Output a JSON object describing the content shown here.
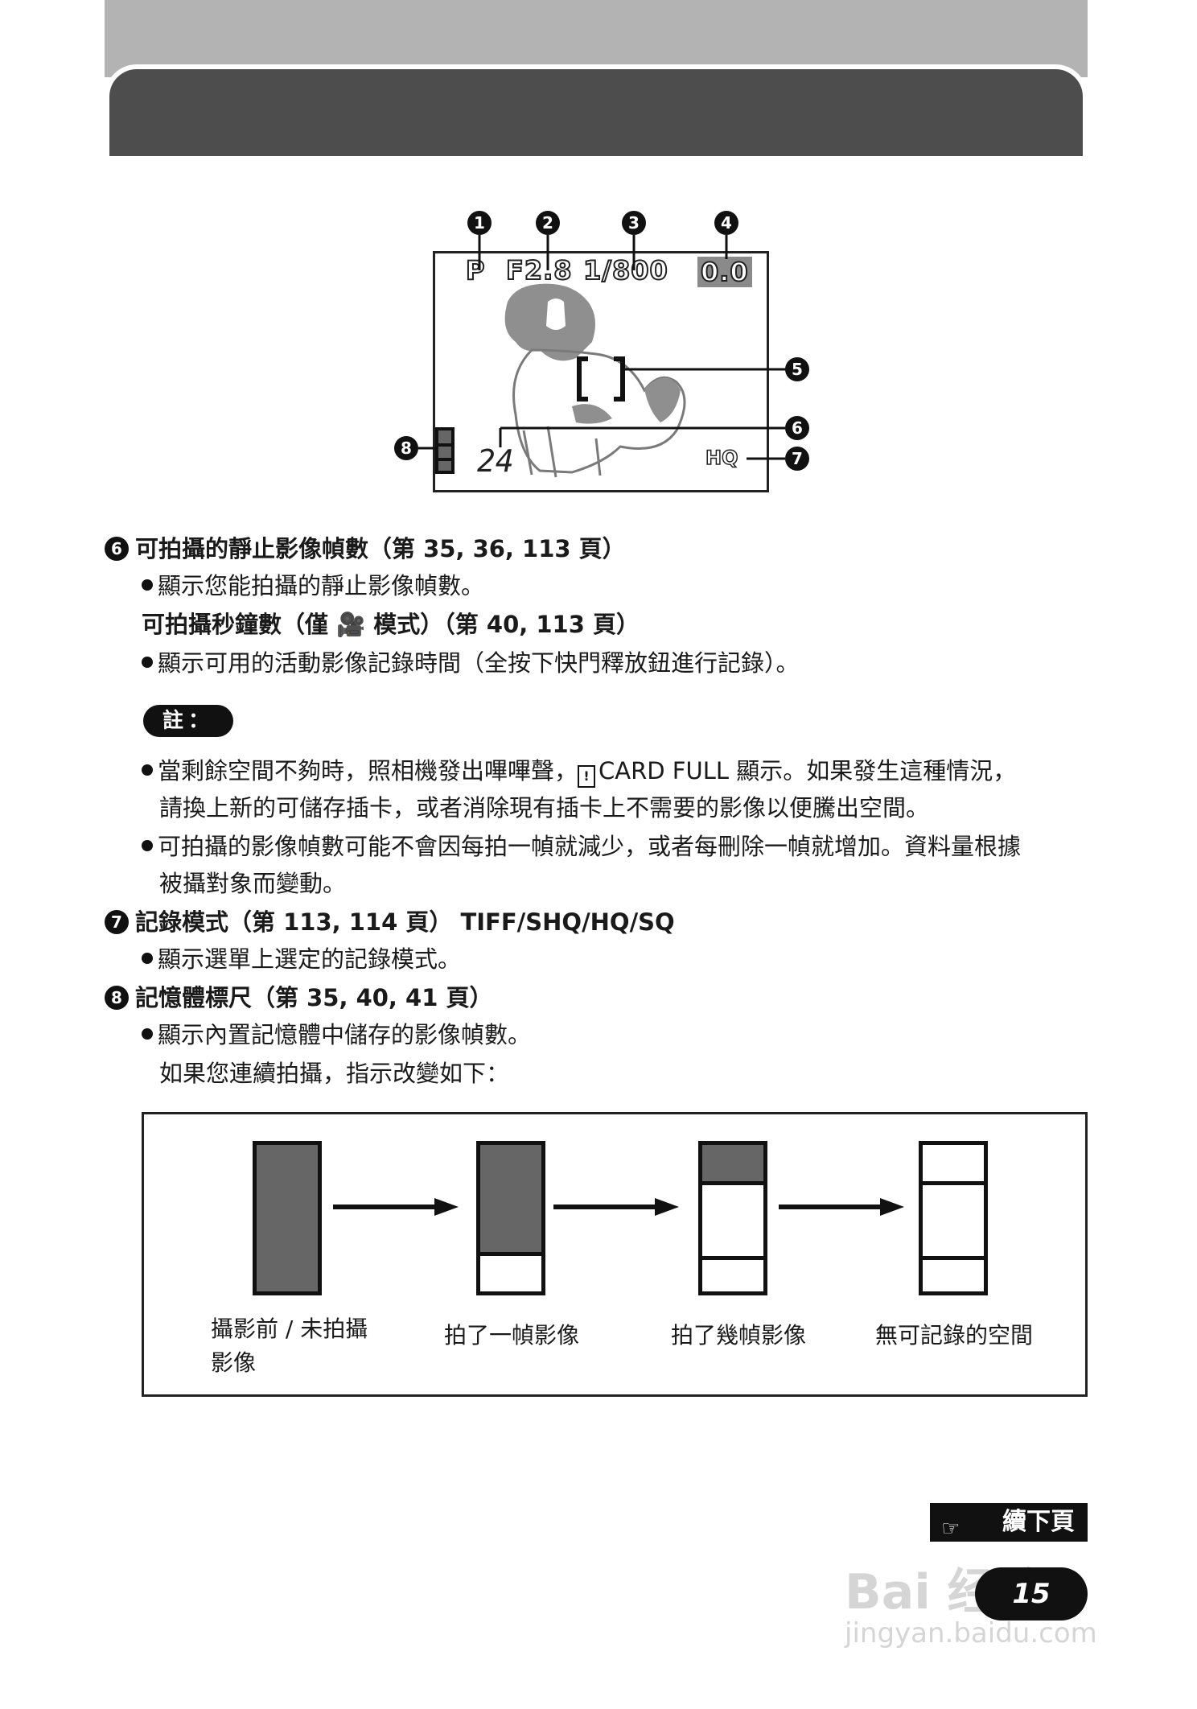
{
  "monitor": {
    "mode": "P",
    "aperture": "F2.8",
    "shutter": "1/800",
    "ev": "0.0",
    "frames_remaining": "24",
    "quality": "HQ",
    "callouts": [
      "1",
      "2",
      "3",
      "4",
      "5",
      "6",
      "7",
      "8"
    ]
  },
  "section6": {
    "num": "6",
    "heading": "可拍攝的靜止影像幀數（第 35, 36, 113 頁）",
    "bullet": "顯示您能拍攝的靜止影像幀數。",
    "subheading": "可拍攝秒鐘數（僅 🎥 模式）（第 40, 113 頁）",
    "bullet2": "顯示可用的活動影像記錄時間（全按下快門釋放鈕進行記錄）。"
  },
  "note": {
    "label": "註：",
    "item1_a": "當剩餘空間不夠時，照相機發出嗶嗶聲，",
    "item1_icon": "!",
    "item1_b": "CARD FULL 顯示。如果發生這種情況，",
    "item1_cont": "請換上新的可儲存插卡，或者消除現有插卡上不需要的影像以便騰出空間。",
    "item2": "可拍攝的影像幀數可能不會因每拍一幀就減少，或者每刪除一幀就增加。資料量根據",
    "item2_cont": "被攝對象而變動。"
  },
  "section7": {
    "num": "7",
    "heading": "記錄模式（第 113, 114 頁） TIFF/SHQ/HQ/SQ",
    "bullet": "顯示選單上選定的記錄模式。"
  },
  "section8": {
    "num": "8",
    "heading": "記憶體標尺（第 35, 40, 41 頁）",
    "bullet": "顯示內置記憶體中儲存的影像幀數。",
    "line2": "如果您連續拍攝，指示改變如下："
  },
  "gauge_states": {
    "caption1_line1": "攝影前 / 未拍攝",
    "caption1_line2": "影像",
    "caption2": "拍了一幀影像",
    "caption3": "拍了幾幀影像",
    "caption4": "無可記錄的空間"
  },
  "footer": {
    "continue": "續下頁",
    "continue_icon": "☞",
    "page": "15",
    "watermark": "Bai 经验",
    "watermark_sub": "jingyan.baidu.com"
  },
  "colors": {
    "fill_gray": "#666666",
    "header_light": "#b3b3b3",
    "header_dark": "#4d4d4d"
  }
}
